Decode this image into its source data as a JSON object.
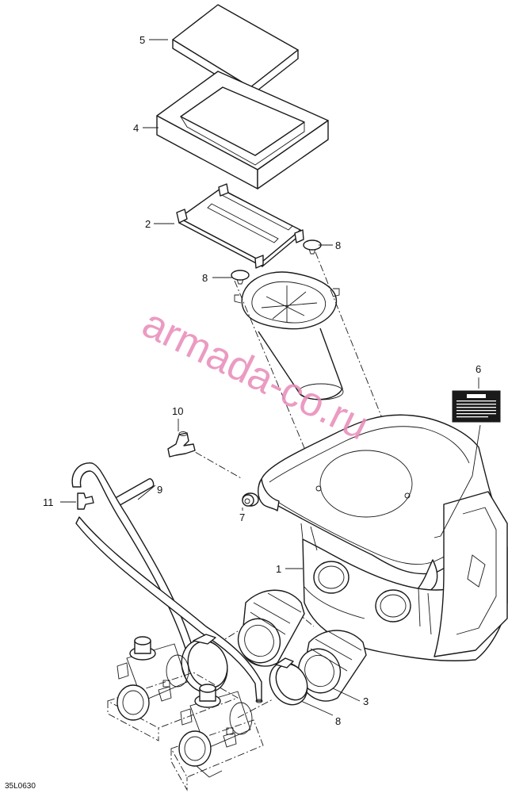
{
  "callouts": {
    "c1": "1",
    "c2": "2",
    "c3": "3",
    "c4": "4",
    "c5": "5",
    "c6": "6",
    "c7": "7",
    "c8a": "8",
    "c8b": "8",
    "c8c": "8",
    "c9": "9",
    "c10": "10",
    "c11": "11"
  },
  "figure_id": "35L0630",
  "watermark": "armada-co.ru",
  "colors": {
    "line": "#1a1a1a",
    "watermark": "#e88ab8",
    "background": "#ffffff"
  }
}
